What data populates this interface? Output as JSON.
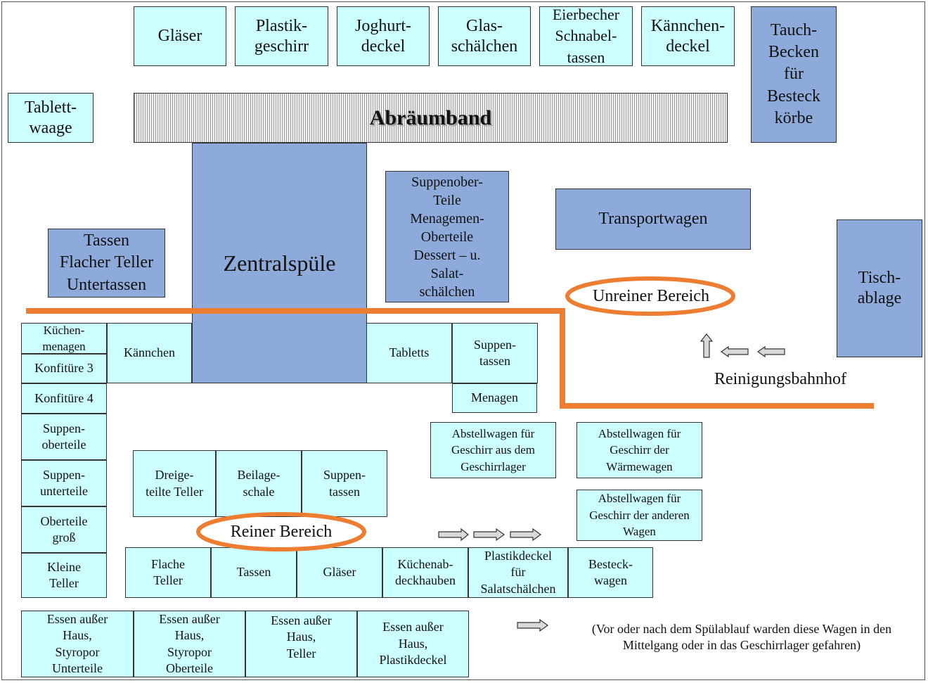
{
  "top_row": {
    "glaeser": "Gläser",
    "plastikgeschirr": "Plastik-\ngeschirr",
    "joghurtdeckel": "Joghurt-\ndeckel",
    "glasschaelchen": "Glas-\nschälchen",
    "eierbecher": "Eierbecher\nSchnabel-\ntassen",
    "kaennchendeckel": "Kännchen-\ndeckel",
    "tauchbecken": "Tauch-\nBecken\nfür\nBesteck\nkörbe"
  },
  "tablettwaage": "Tablett-\nwaage",
  "abraeumband": "Abräumband",
  "zentralspuele": "Zentralspüle",
  "tassen_group": "Tassen\nFlacher Teller\nUntertassen",
  "suppenoberteile_group": "Suppenober-\nTeile\nMenagemen-\nOberteile\nDessert – u.\nSalat-\nschälchen",
  "transportwagen": "Transportwagen",
  "tischablage": "Tisch-\nablage",
  "unreiner_bereich": "Unreiner Bereich",
  "reiner_bereich": "Reiner Bereich",
  "reinigungsbahnhof": "Reinigungsbahnhof",
  "left_column": {
    "kuechenmenagen": "Küchen-\nmenagen",
    "konfituere3": "Konfitüre 3",
    "konfituere4": "Konfitüre 4",
    "suppenoberteile": "Suppen-\noberteile",
    "suppenunterteile": "Suppen-\nunterteile",
    "oberteile_gross": "Oberteile\ngroß",
    "kleine_teller": "Kleine\nTeller"
  },
  "kaennchen": "Kännchen",
  "tabletts": "Tabletts",
  "suppentassen_upper": "Suppen-\ntassen",
  "menagen": "Menagen",
  "middle_row": {
    "dreigeteilte_teller": "Dreige-\nteilte Teller",
    "beilageschale": "Beilage-\nschale",
    "suppentassen": "Suppen-\ntassen"
  },
  "abstellwagen": {
    "geschirrlager": "Abstellwagen für\nGeschirr aus dem\nGeschirrlager",
    "waermewagen": "Abstellwagen für\nGeschirr der\nWärmewagen",
    "andere_wagen": "Abstellwagen für\nGeschirr der anderen\nWagen"
  },
  "bottom_row": {
    "flache_teller": "Flache\nTeller",
    "tassen": "Tassen",
    "glaeser": "Gläser",
    "kuechenabdeckhauben": "Küchenab-\ndeckhauben",
    "plastikdeckel": "Plastikdeckel\nfür\nSalatschälchen",
    "besteckwagen": "Besteck-\nwagen"
  },
  "ausser_haus": {
    "styropor_unterteile": "Essen außer\nHaus,\nStyropor\nUnterteile",
    "styropor_oberteile": "Essen außer\nHaus,\nStyropor\nOberteile",
    "teller": "Essen außer\nHaus,\nTeller",
    "plastikdeckel": "Essen außer\nHaus,\nPlastikdeckel"
  },
  "note": "(Vor oder nach dem Spülablauf warden diese Wagen in den\nMittelgang oder in das Geschirrlager gefahren)",
  "colors": {
    "light_box": "#ccffff",
    "dark_box": "#8eaadb",
    "divider": "#ed7d31",
    "arrow_fill": "#d9d9d9"
  }
}
